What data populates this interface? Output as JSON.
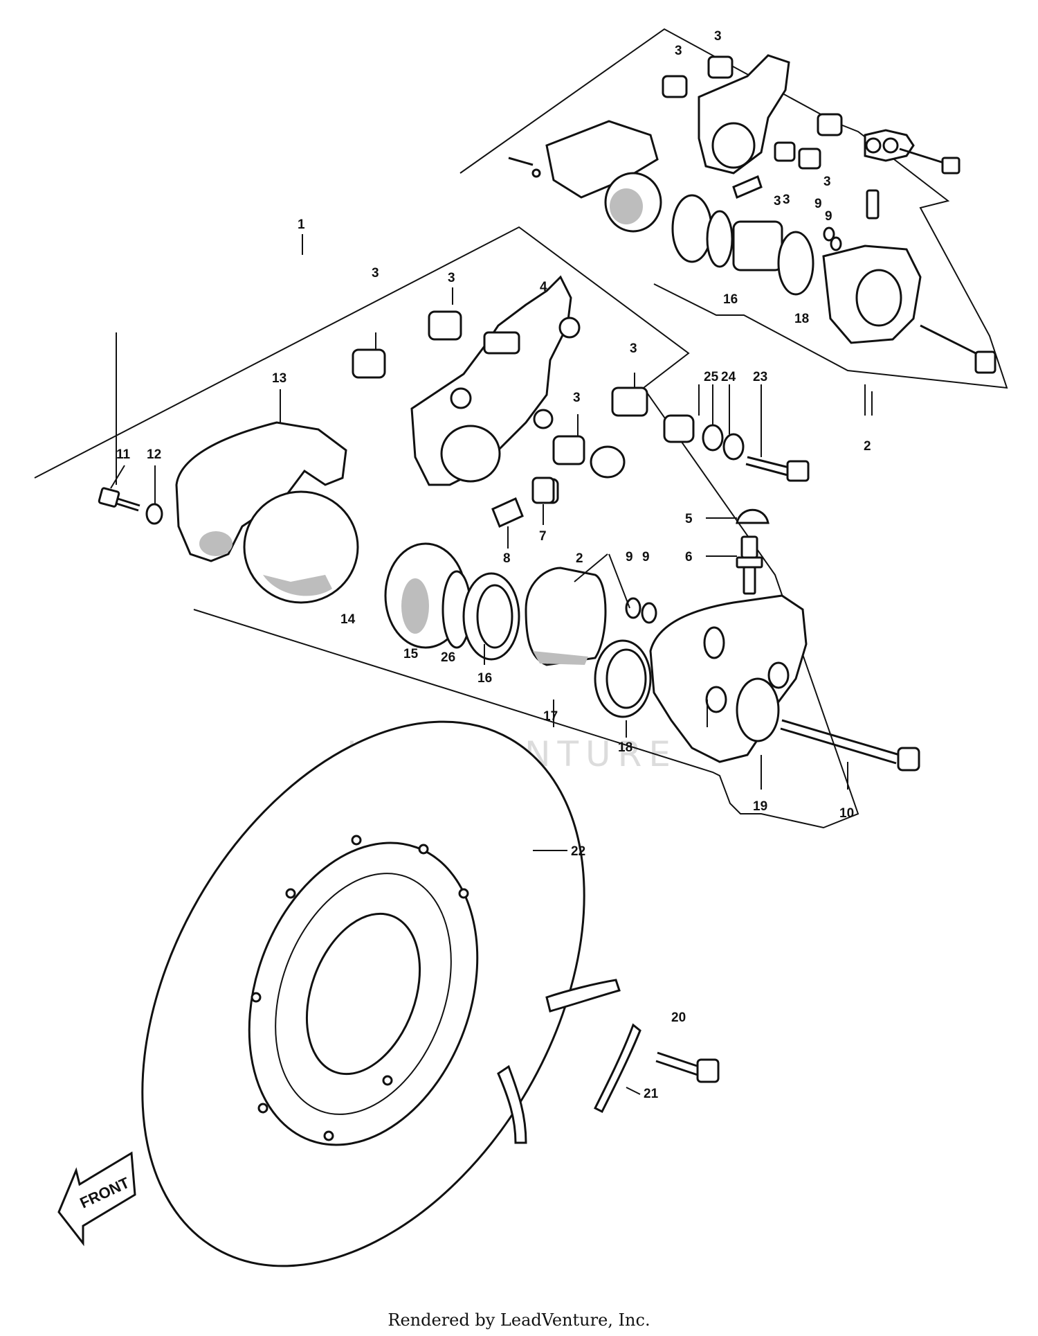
{
  "watermark": "LEADVENTURE",
  "footer": "Rendered by LeadVenture, Inc.",
  "front_arrow": {
    "label": "FRONT"
  },
  "callouts": [
    {
      "id": "c1",
      "text": "1"
    },
    {
      "id": "c2a",
      "text": "2"
    },
    {
      "id": "c2b",
      "text": "2"
    },
    {
      "id": "c3a",
      "text": "3"
    },
    {
      "id": "c3b",
      "text": "3"
    },
    {
      "id": "c3c",
      "text": "3"
    },
    {
      "id": "c3d",
      "text": "3"
    },
    {
      "id": "c3e",
      "text": "3"
    },
    {
      "id": "c3f",
      "text": "3"
    },
    {
      "id": "c3g",
      "text": "3"
    },
    {
      "id": "c3h",
      "text": "3"
    },
    {
      "id": "c3i",
      "text": "3"
    },
    {
      "id": "c4",
      "text": "4"
    },
    {
      "id": "c5",
      "text": "5"
    },
    {
      "id": "c6",
      "text": "6"
    },
    {
      "id": "c7",
      "text": "7"
    },
    {
      "id": "c8",
      "text": "8"
    },
    {
      "id": "c9a",
      "text": "9"
    },
    {
      "id": "c9b",
      "text": "9"
    },
    {
      "id": "c9c",
      "text": "9"
    },
    {
      "id": "c9d",
      "text": "9"
    },
    {
      "id": "c10",
      "text": "10"
    },
    {
      "id": "c11",
      "text": "11"
    },
    {
      "id": "c12",
      "text": "12"
    },
    {
      "id": "c13",
      "text": "13"
    },
    {
      "id": "c14",
      "text": "14"
    },
    {
      "id": "c15",
      "text": "15"
    },
    {
      "id": "c16a",
      "text": "16"
    },
    {
      "id": "c16b",
      "text": "16"
    },
    {
      "id": "c17",
      "text": "17"
    },
    {
      "id": "c18a",
      "text": "18"
    },
    {
      "id": "c18b",
      "text": "18"
    },
    {
      "id": "c19",
      "text": "19"
    },
    {
      "id": "c20",
      "text": "20"
    },
    {
      "id": "c21",
      "text": "21"
    },
    {
      "id": "c22",
      "text": "22"
    },
    {
      "id": "c23",
      "text": "23"
    },
    {
      "id": "c24",
      "text": "24"
    },
    {
      "id": "c25",
      "text": "25"
    },
    {
      "id": "c26",
      "text": "26"
    }
  ]
}
